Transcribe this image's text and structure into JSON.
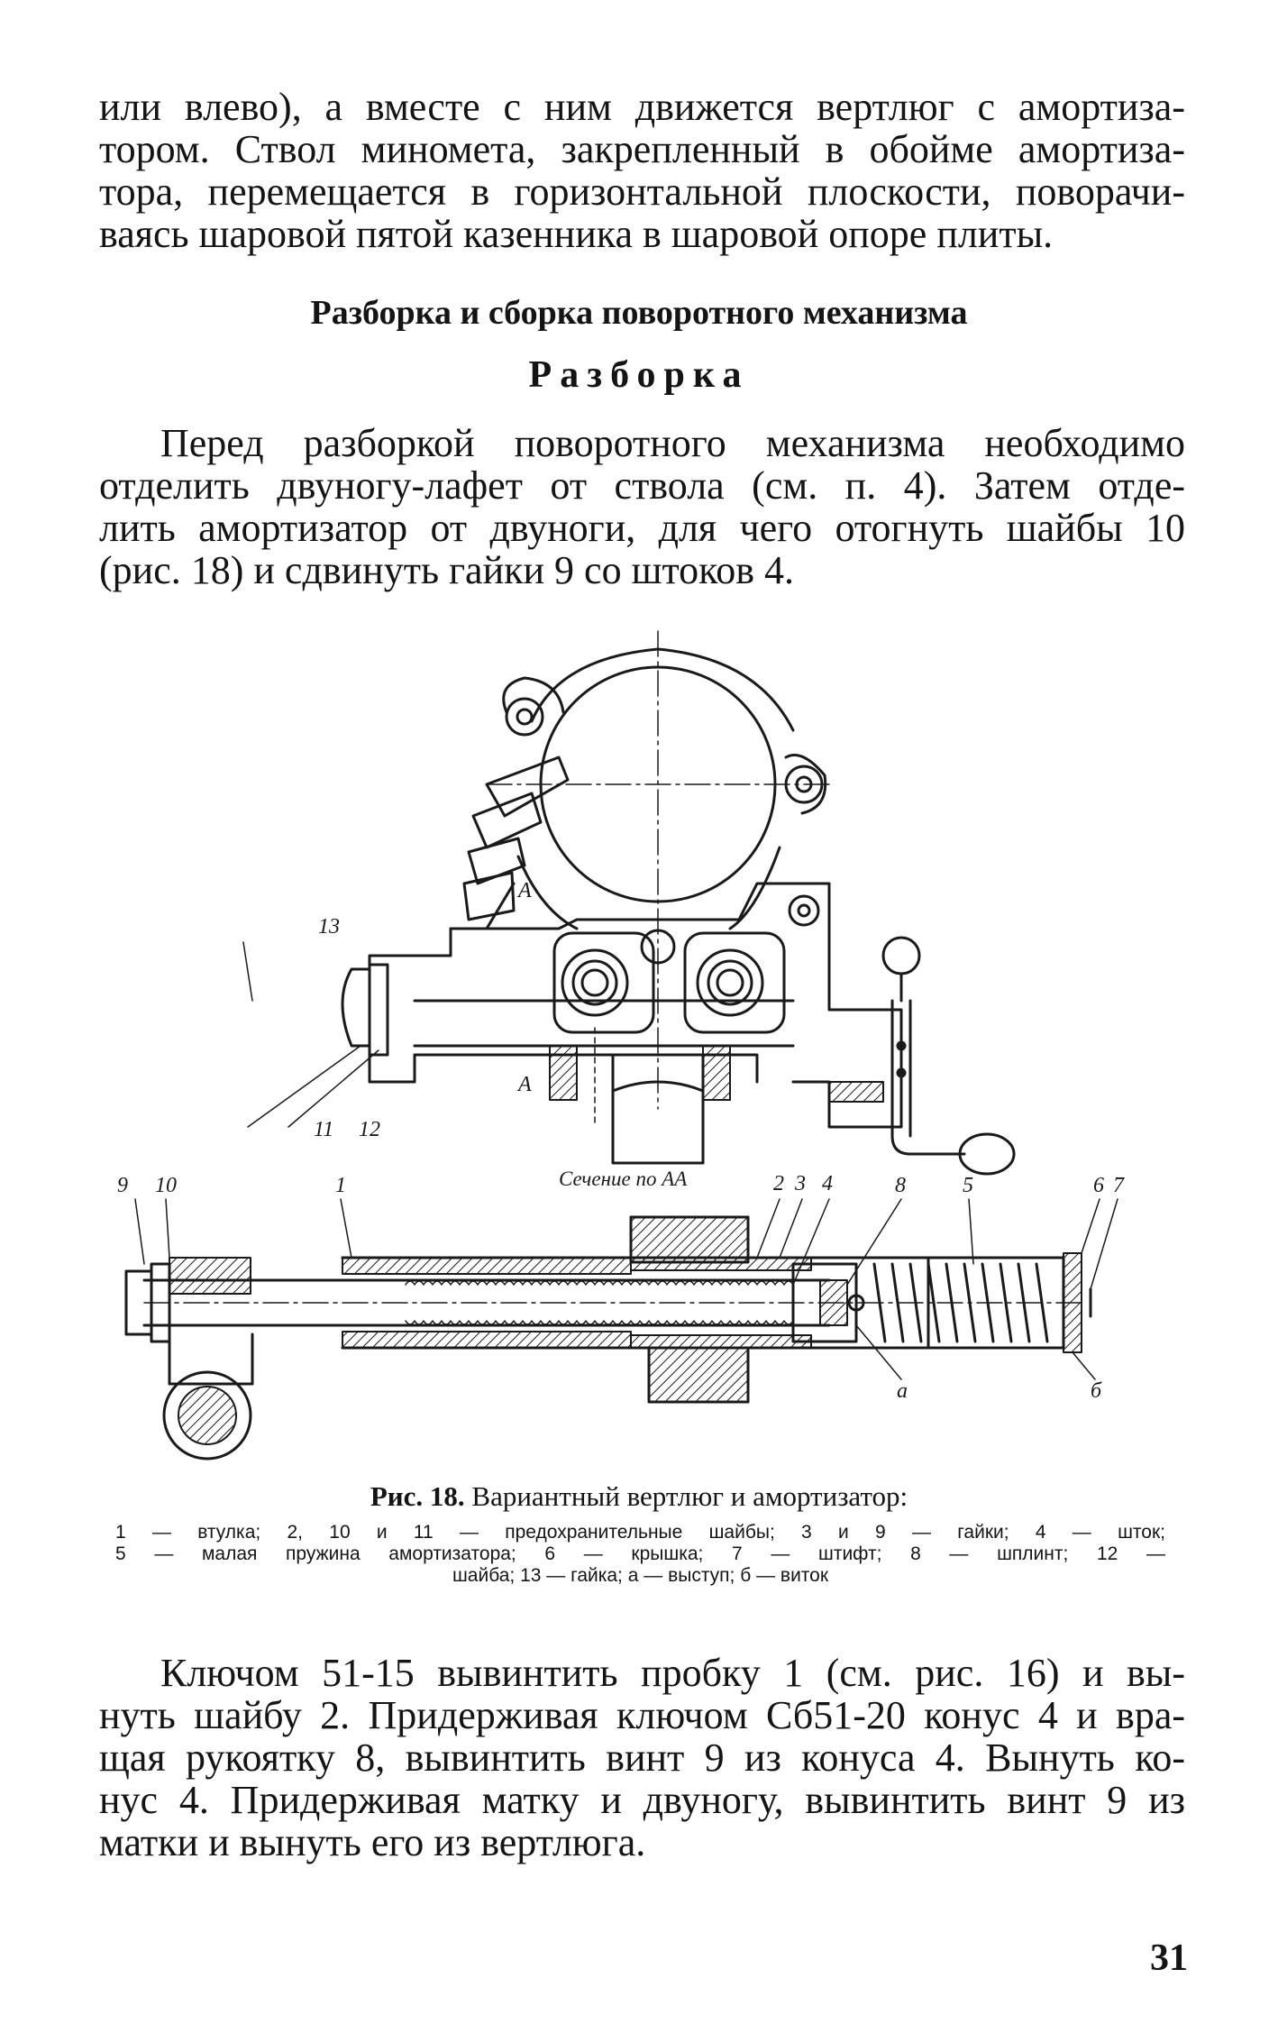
{
  "paragraph_1": [
    "или влево), а вместе с ним движется вертлюг с амортиза-",
    "тором. Ствол миномета, закрепленный в обойме амортиза-",
    "тора, перемещается в горизонтальной плоскости, поворачи-",
    "ваясь шаровой пятой казенника в шаровой опоре плиты."
  ],
  "section_heading": "Разборка и сборка поворотного механизма",
  "subheading": "Разборка",
  "paragraph_2": [
    "Перед разборкой поворотного механизма необходимо",
    "отделить двуногу-лафет от ствола (см. п. 4). Затем отде-",
    "лить амортизатор от двуноги, для чего отогнуть шайбы 10",
    "(рис. 18) и сдвинуть гайки 9 со штоков 4."
  ],
  "figure": {
    "section_label": "Сечение по АА",
    "mark_a_top": "А",
    "mark_a_bottom": "А",
    "labels_top": {
      "n13": "13",
      "n11": "11",
      "n12": "12"
    },
    "labels_section": {
      "n9": "9",
      "n10": "10",
      "n1": "1",
      "n2": "2",
      "n3": "3",
      "n4": "4",
      "n8": "8",
      "n5": "5",
      "n6": "6",
      "n7": "7",
      "a": "а",
      "b": "б"
    }
  },
  "caption": {
    "prefix": "Рис. 18.",
    "title": "Вариантный вертлюг и амортизатор:",
    "legend": [
      "1 — втулка; 2, 10 и 11 — предохранительные шайбы; 3 и 9 — гайки; 4 — шток;",
      "5 — малая пружина амортизатора; 6 — крышка; 7 — штифт; 8 — шплинт; 12 —",
      "шайба; 13 — гайка; а — выступ; б — виток"
    ]
  },
  "paragraph_3": [
    "Ключом 51-15 вывинтить пробку 1 (см. рис. 16) и вы-",
    "нуть шайбу 2. Придерживая ключом Сб51-20 конус 4 и вра-",
    "щая рукоятку 8, вывинтить винт 9 из конуса 4. Вынуть ко-",
    "нус 4. Придерживая матку и двуногу, вывинтить винт 9 из",
    "матки и вынуть его из вертлюга."
  ],
  "page_number": "31"
}
